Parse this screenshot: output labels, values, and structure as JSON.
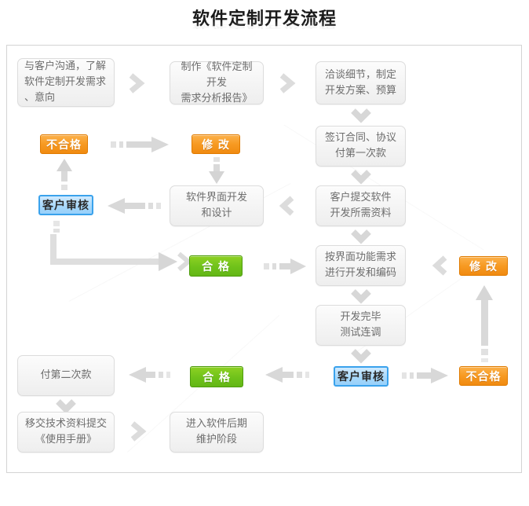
{
  "page": {
    "title": "软件定制开发流程"
  },
  "colors": {
    "orange": "#f79a22",
    "green": "#6fc21a",
    "blue": "#a9d9fb",
    "blue_border": "#3aa2ec",
    "box_border": "#dcdcdc",
    "arrow": "#d0d0d0",
    "frame_border": "#d4d4d4",
    "text": "#6d6d6d"
  },
  "nodes": {
    "n1": "与客户沟通，了解\n软件定制开发需求\n、意向",
    "n2": "制作《软件定制开发\n需求分析报告》",
    "n3": "洽谈细节，制定\n开发方案、预算",
    "n4": "签订合同、协议\n付第一次款",
    "n5": "客户提交软件\n开发所需资料",
    "n6": "软件界面开发\n和设计",
    "n7": "按界面功能需求\n进行开发和编码",
    "n8": "开发完毕\n测试连调",
    "n9": "付第二次款",
    "n10": "移交技术资料提交\n《使用手册》",
    "n11": "进入软件后期\n维护阶段"
  },
  "labels": {
    "fail_top": "不合格",
    "modify_top": "修 改",
    "review_top": "客户审核",
    "pass_mid": "合 格",
    "modify_right": "修 改",
    "pass_bottom": "合 格",
    "review_bottom": "客户审核",
    "fail_bottom": "不合格"
  },
  "connectors": [
    {
      "name": "chevron-n1-to-n2",
      "type": "chevron-right"
    },
    {
      "name": "chevron-n2-to-n3",
      "type": "chevron-right"
    },
    {
      "name": "chevron-n3-to-n4",
      "type": "chevron-down"
    },
    {
      "name": "chevron-n4-to-n5",
      "type": "chevron-down"
    },
    {
      "name": "chevron-n5-to-n6",
      "type": "chevron-left"
    },
    {
      "name": "arrow-review-to-fail",
      "type": "arrow-up-dashed"
    },
    {
      "name": "arrow-fail-to-modify",
      "type": "arrow-right-dashed"
    },
    {
      "name": "arrow-modify-to-n6",
      "type": "arrow-down-dashed"
    },
    {
      "name": "arrow-n6-to-review",
      "type": "arrow-left-dashed"
    },
    {
      "name": "elbow-review-to-pass",
      "type": "elbow-down-right"
    },
    {
      "name": "arrow-pass-to-n7",
      "type": "arrow-right-dashed"
    },
    {
      "name": "chevron-modifyright-to-n7",
      "type": "chevron-left"
    },
    {
      "name": "chevron-n7-to-n8",
      "type": "chevron-down"
    },
    {
      "name": "chevron-n8-to-review-bottom",
      "type": "chevron-down"
    },
    {
      "name": "arrow-reviewbottom-to-failbottom",
      "type": "arrow-right-dashed"
    },
    {
      "name": "arrow-failbottom-to-modifyright",
      "type": "arrow-up-dashed"
    },
    {
      "name": "arrow-reviewbottom-to-pass-bottom",
      "type": "arrow-left-dashed"
    },
    {
      "name": "arrow-passbottom-to-n9",
      "type": "arrow-left-dashed"
    },
    {
      "name": "chevron-n9-to-n10",
      "type": "chevron-down"
    },
    {
      "name": "chevron-n10-to-n11",
      "type": "chevron-right"
    }
  ]
}
